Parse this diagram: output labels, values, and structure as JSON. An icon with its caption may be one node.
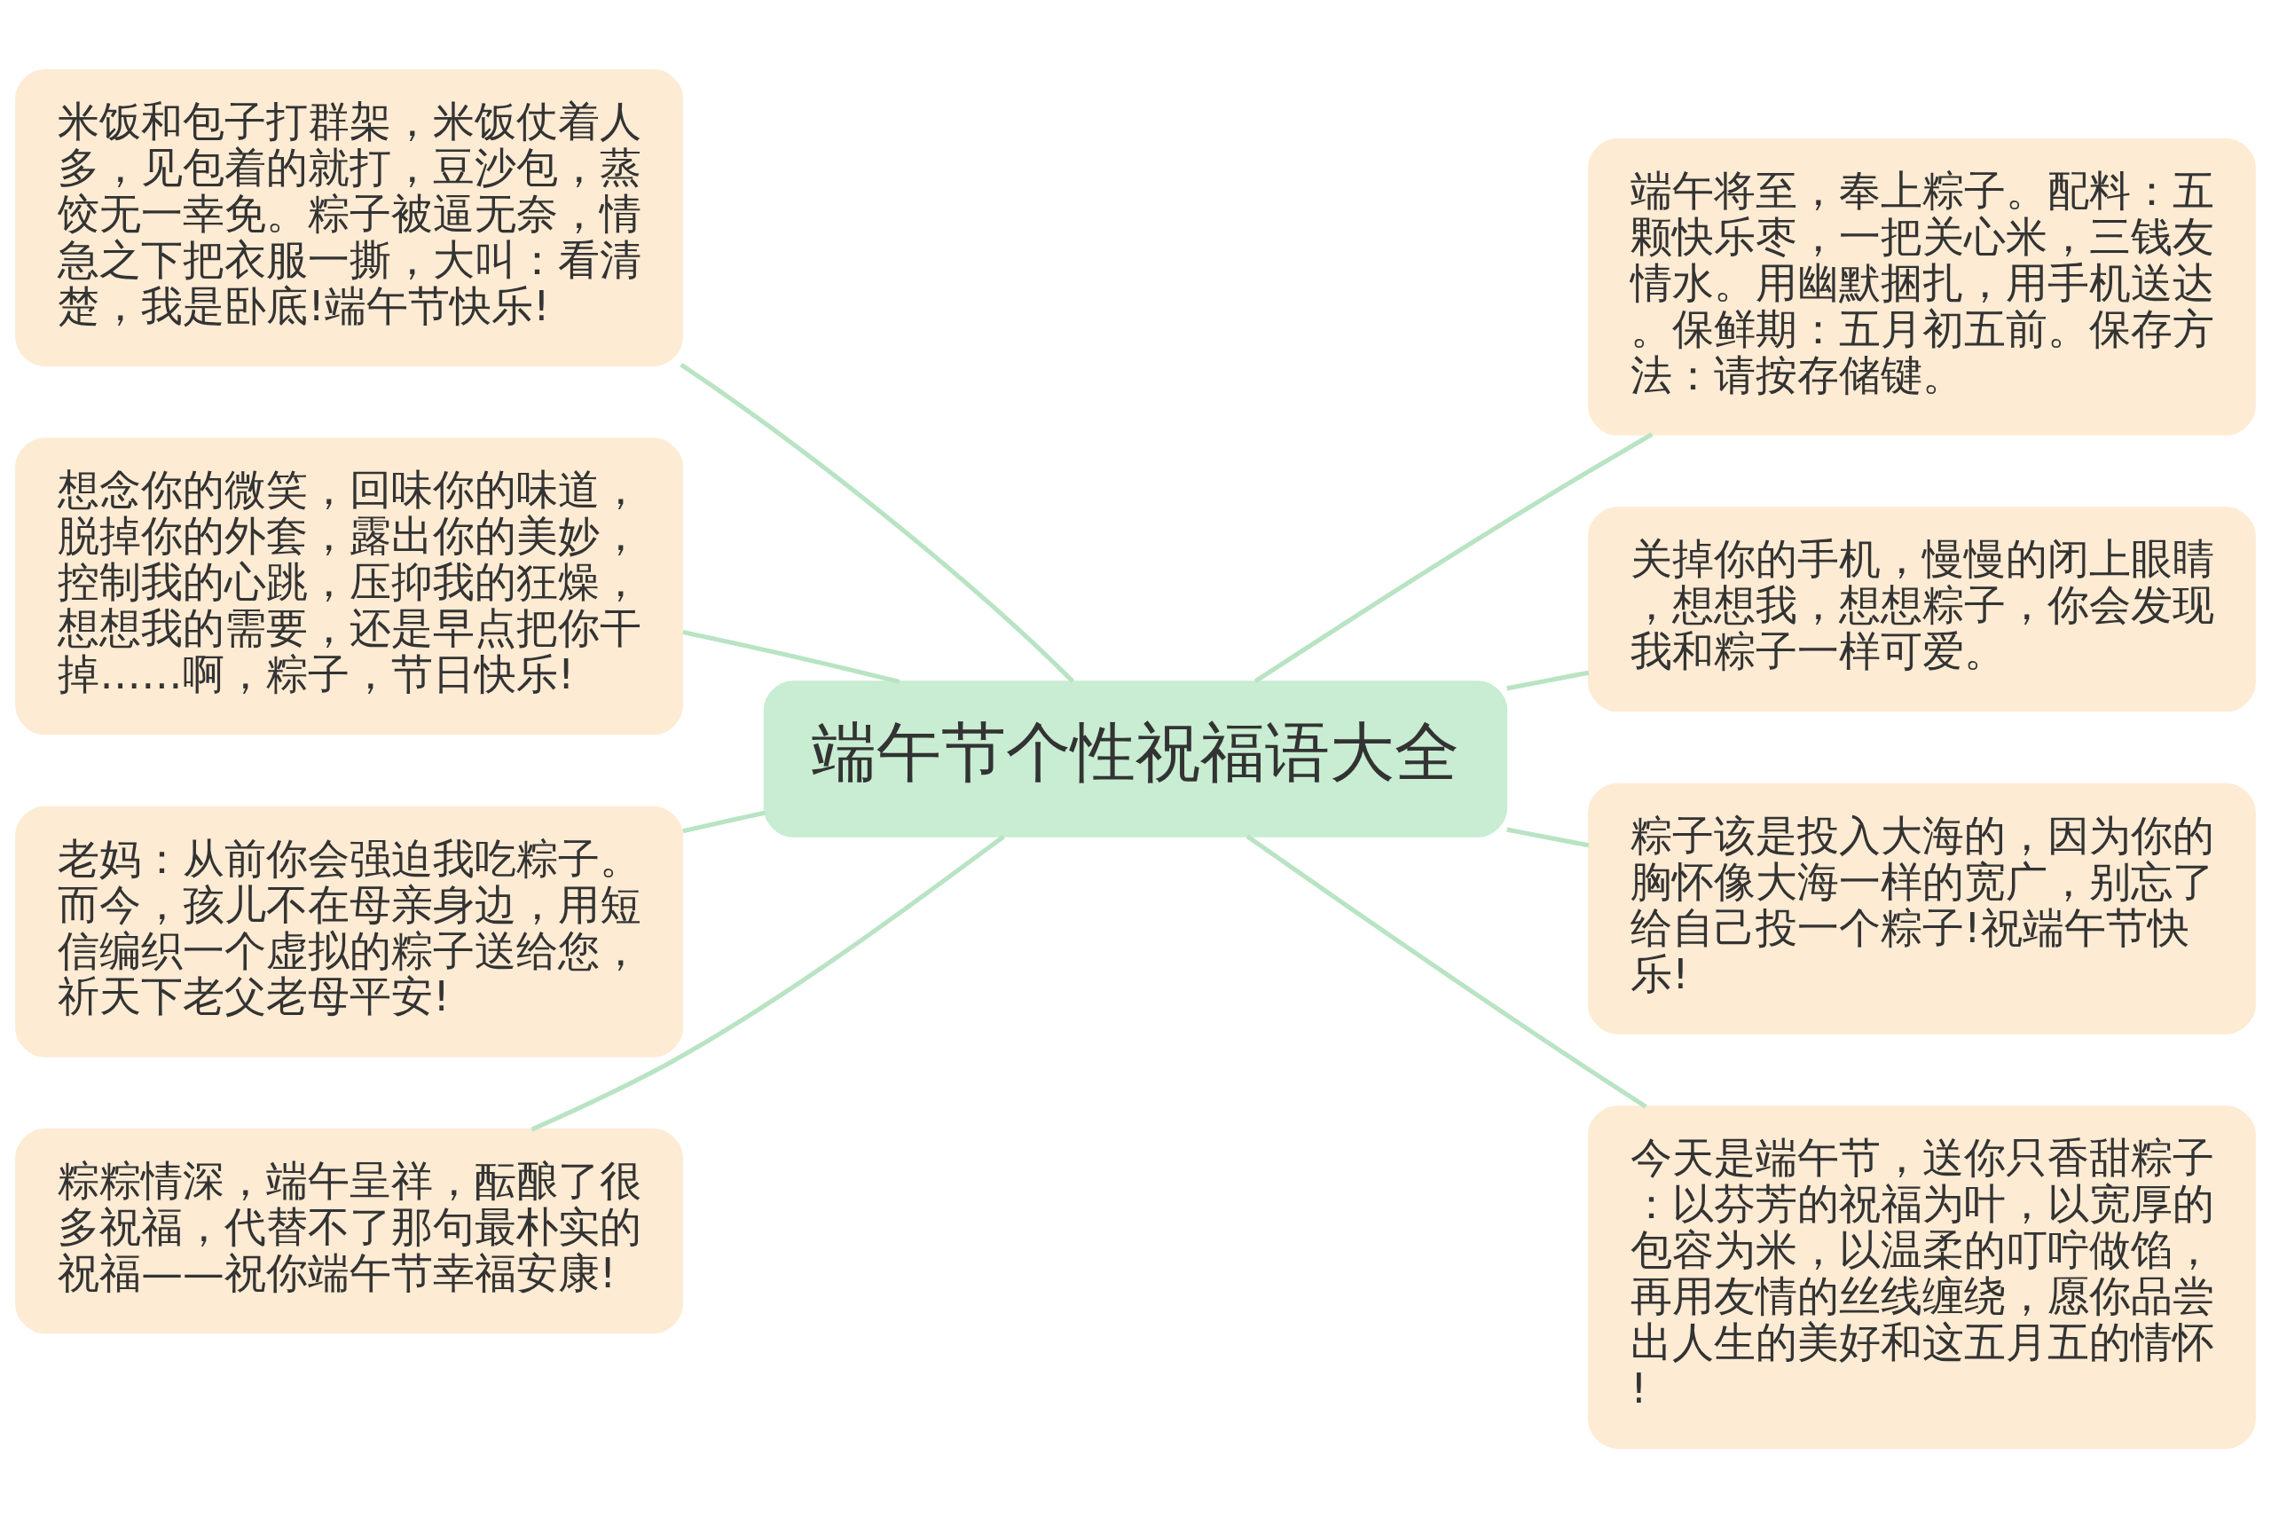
{
  "diagram": {
    "nodes": [
      {
        "text": [
          "端午节个性祝福语大全"
        ]
      },
      {
        "text": [
          "米饭和包子打群架，米饭仗着人多，见包着的就打，豆沙包，蒸饺无一幸免。粽子被逼无奈，情急之下把衣服一撕，大叫：看清楚，我是卧底!端午节快乐!"
        ]
      },
      {
        "text": [
          "想念你的微笑，回味你的味道，脱掉你的外套，露出你的美妙，控制我的心跳，压抑我的狂燥，想想我的需要，还是早点把你干掉……啊，粽子，节日快乐!"
        ]
      },
      {
        "text": [
          "老妈：从前你会强迫我吃粽子。而今，孩儿不在母亲身边，用短信编织一个虚拟的粽子送给您，祈天下老父老母平安!"
        ]
      },
      {
        "text": [
          "粽粽情深，端午呈祥，酝酿了很多祝福，代替不了那句最朴实的祝福——祝你端午节幸福安康!"
        ]
      },
      {
        "text": [
          "端午将至，奉上粽子。配料：五颗快乐枣，一把关心米，三钱友情水。用幽默捆扎，用手机送达。保鲜期：五月初五前。保存方法：请按存储键。"
        ]
      },
      {
        "text": [
          "关掉你的手机，慢慢的闭上眼睛，想想我，想想粽子，你会发现我和粽子一样可爱。"
        ]
      },
      {
        "text": [
          "粽子该是投入大海的，因为你的胸怀像大海一样的宽广，别忘了给自己投一个粽子!祝端午节快乐!"
        ]
      },
      {
        "text": [
          "今天是端午节，送你只香甜粽子：以芬芳的祝福为叶，以宽厚的包容为米，以温柔的叮咛做馅，再用友情的丝线缠绕，愿你品尝出人生的美好和这五月五的情怀!"
        ]
      }
    ],
    "edges": [
      {
        "from": 0,
        "to": 1,
        "arrow": "none"
      },
      {
        "from": 0,
        "to": 2,
        "arrow": "none"
      },
      {
        "from": 0,
        "to": 3,
        "arrow": "none"
      },
      {
        "from": 0,
        "to": 4,
        "arrow": "none"
      },
      {
        "from": 0,
        "to": 5,
        "arrow": "none"
      },
      {
        "from": 0,
        "to": 6,
        "arrow": "none"
      },
      {
        "from": 0,
        "to": 7,
        "arrow": "none"
      },
      {
        "from": 0,
        "to": 8,
        "arrow": "none"
      }
    ]
  }
}
